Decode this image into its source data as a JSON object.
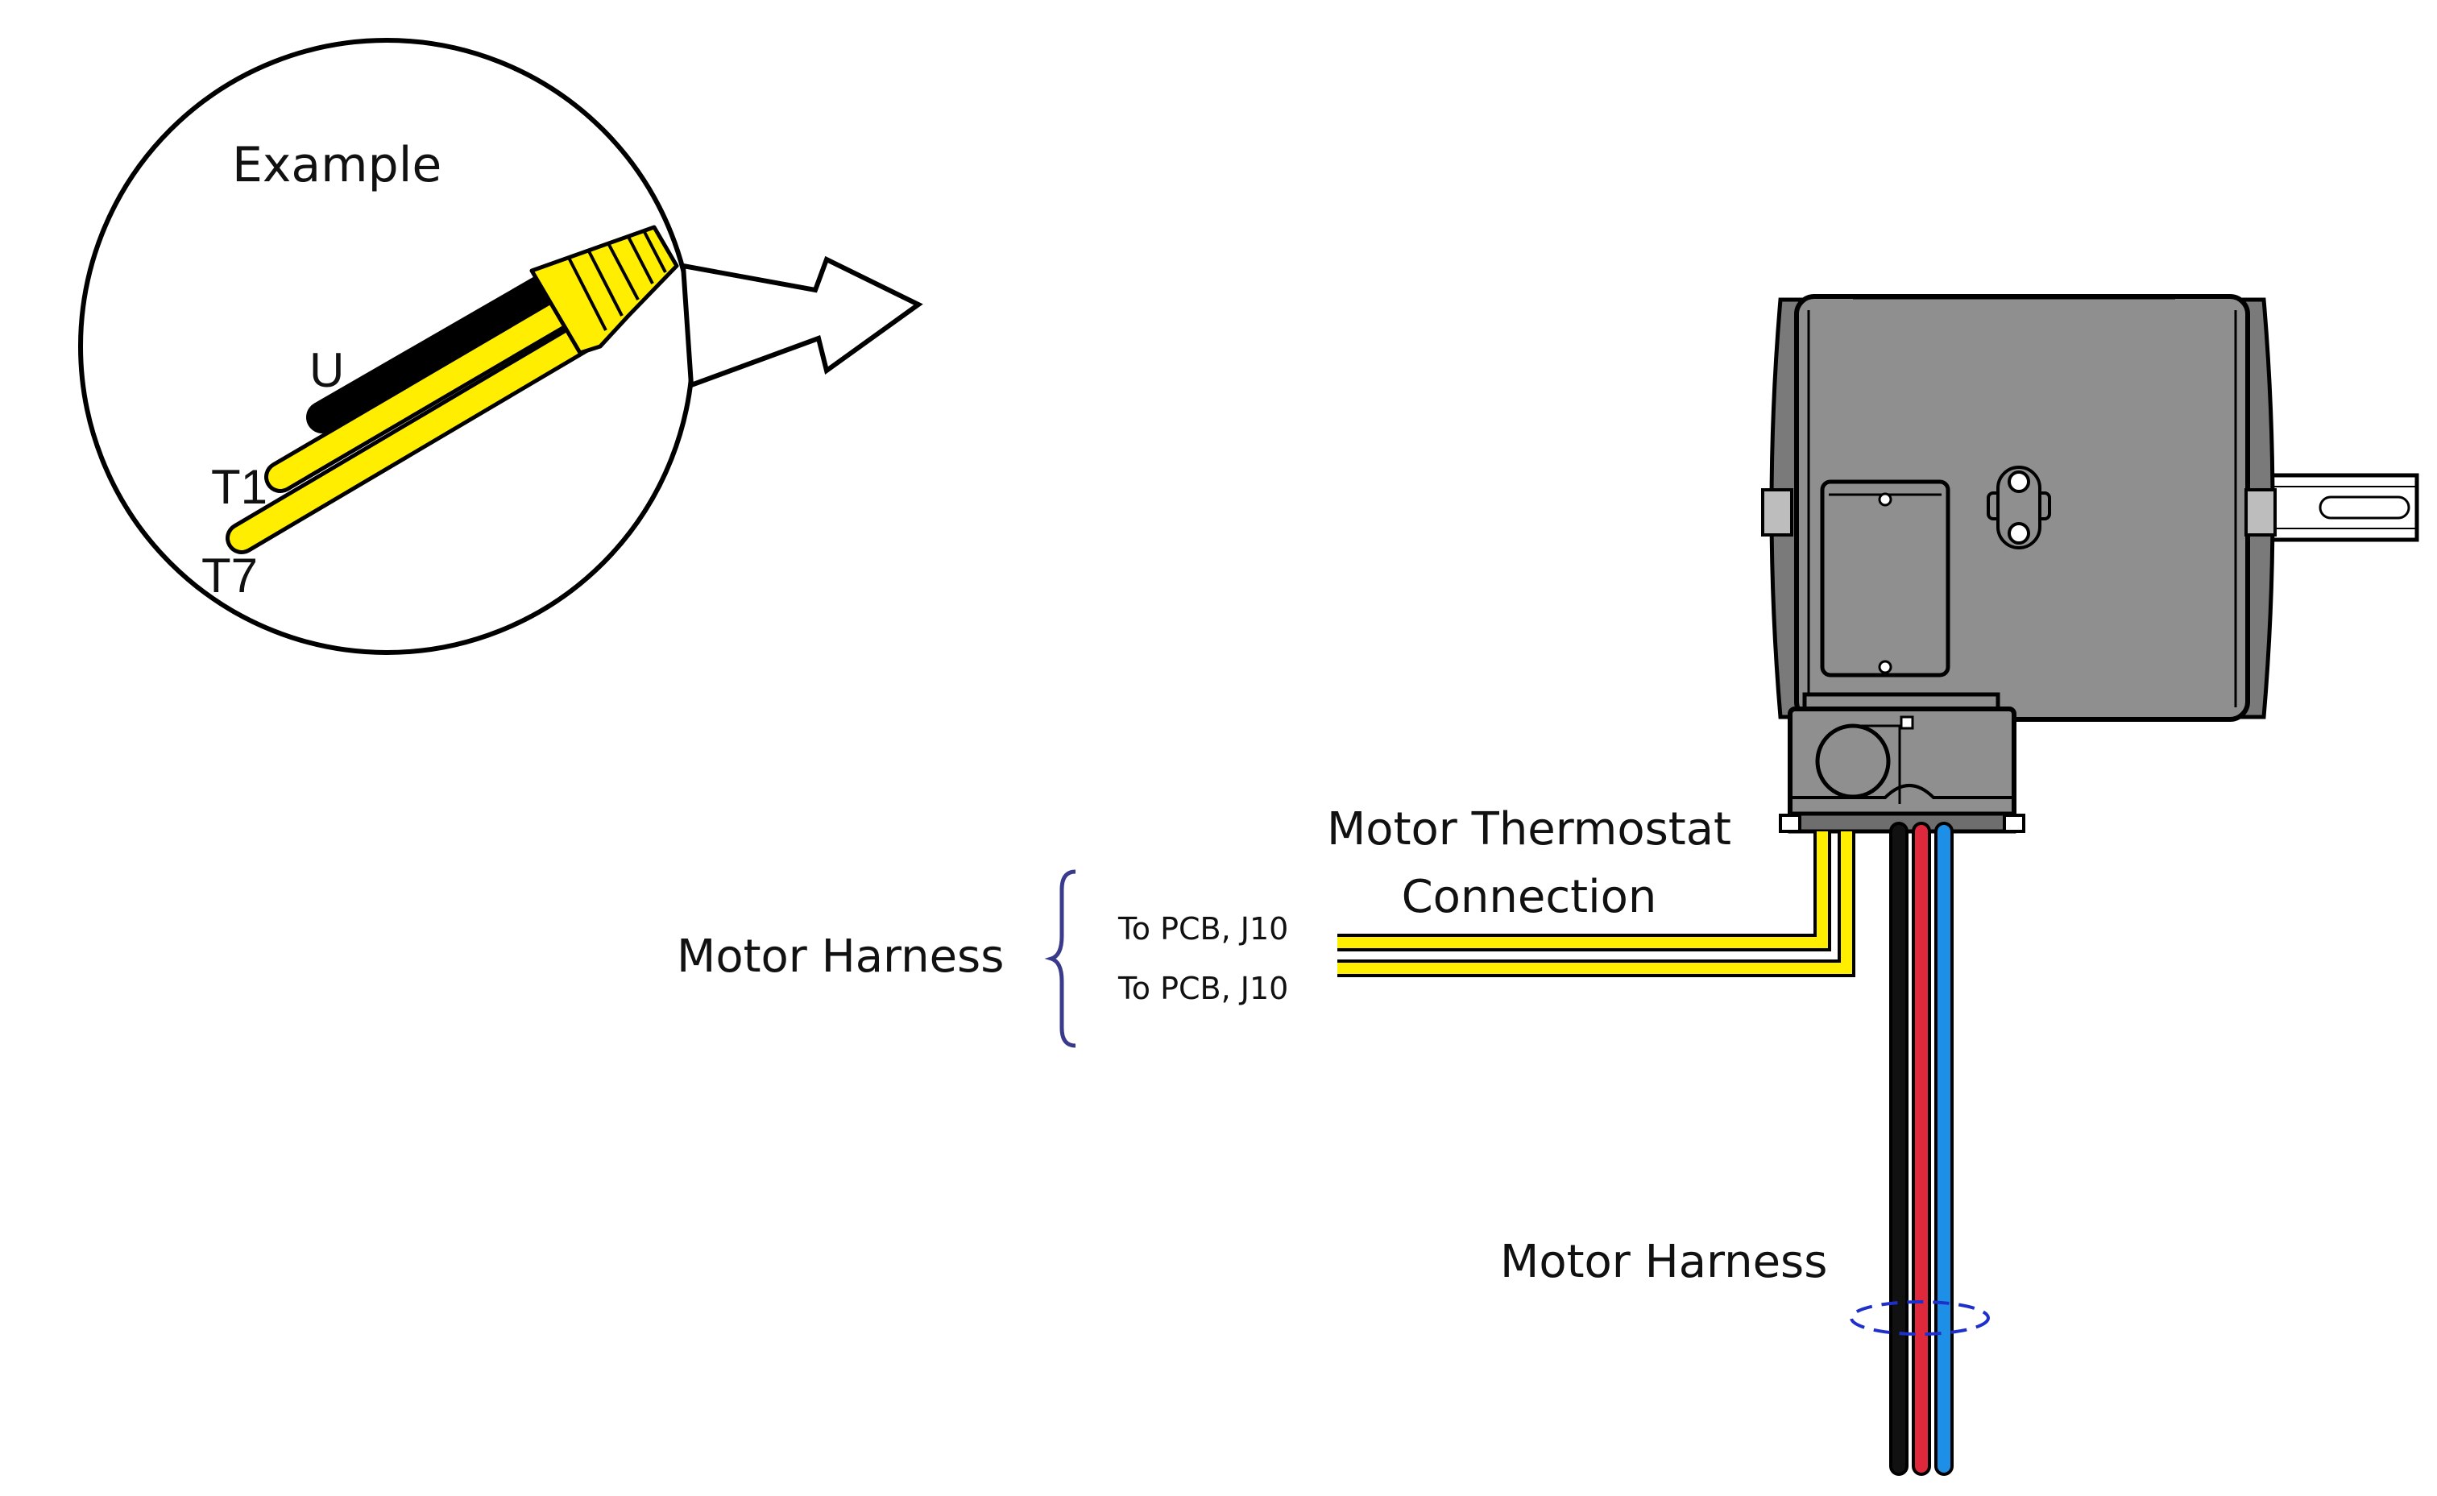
{
  "inset": {
    "title": "Example",
    "wire_labels": {
      "u": "U",
      "t1": "T1",
      "t7": "T7"
    }
  },
  "labels": {
    "thermostat_line1": "Motor Thermostat",
    "thermostat_line2": "Connection",
    "pcb_top": "To PCB, J10",
    "pcb_bottom": "To PCB, J10",
    "harness_left": "Motor Harness",
    "harness_bottom": "Motor Harness"
  },
  "colors": {
    "wire_yellow": "#FFEE00",
    "wire_black": "#111111",
    "wire_red": "#E0283C",
    "wire_blue": "#1E8FE6",
    "motor_body": "#8F8F8F",
    "brace": "#3A3A8C",
    "tie_dashes": "#1F2FCC"
  }
}
